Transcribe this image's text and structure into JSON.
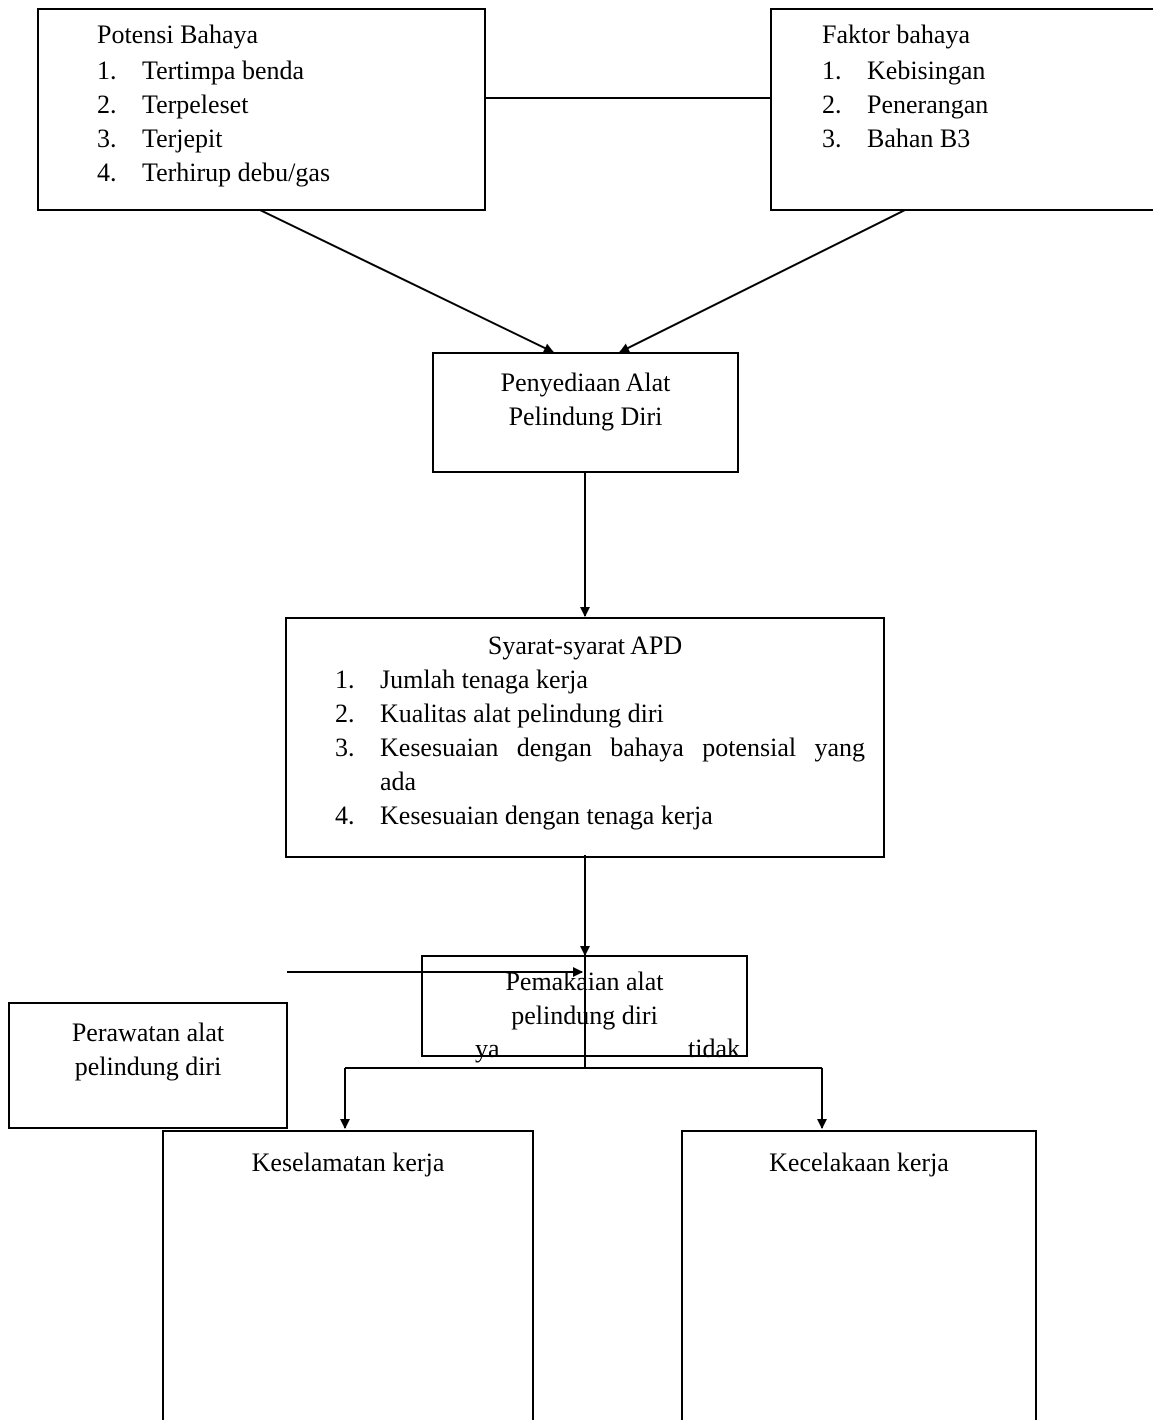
{
  "potensi_bahaya": {
    "title": "Potensi Bahaya",
    "items": [
      {
        "num": "1.",
        "text": "Tertimpa benda"
      },
      {
        "num": "2.",
        "text": "Terpeleset"
      },
      {
        "num": "3.",
        "text": "Terjepit"
      },
      {
        "num": "4.",
        "text": "Terhirup debu/gas"
      }
    ]
  },
  "faktor_bahaya": {
    "title": "Faktor bahaya",
    "items": [
      {
        "num": "1.",
        "text": "Kebisingan"
      },
      {
        "num": "2.",
        "text": "Penerangan"
      },
      {
        "num": "3.",
        "text": "Bahan B3"
      }
    ]
  },
  "penyediaan": {
    "line1": "Penyediaan Alat",
    "line2": "Pelindung Diri"
  },
  "syarat": {
    "title": "Syarat-syarat APD",
    "items": [
      {
        "num": "1.",
        "text": "Jumlah tenaga kerja"
      },
      {
        "num": "2.",
        "text": "Kualitas alat pelindung diri"
      },
      {
        "num": "3.",
        "text": "Kesesuaian dengan bahaya potensial yang ada"
      },
      {
        "num": "4.",
        "text": "Kesesuaian dengan tenaga kerja"
      }
    ]
  },
  "pemakaian": {
    "line1": "Pemakaian alat",
    "line2": "pelindung diri"
  },
  "perawatan": {
    "line1": "Perawatan alat",
    "line2": "pelindung diri"
  },
  "branch": {
    "yes": "ya",
    "no": "tidak"
  },
  "keselamatan": {
    "label": "Keselamatan kerja"
  },
  "kecelakaan": {
    "label": "Kecelakaan kerja"
  }
}
